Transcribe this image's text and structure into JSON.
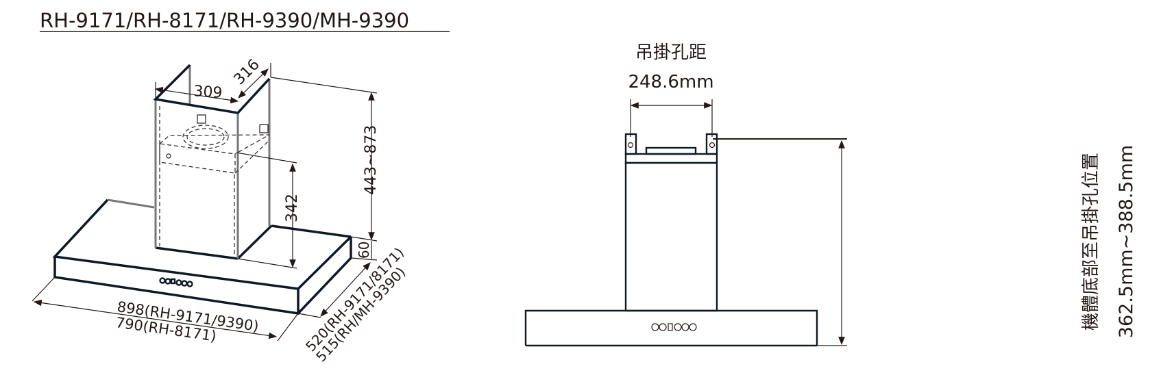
{
  "title": "RH-9171/RH-8171/RH-9390/MH-9390",
  "iso_view": {
    "chimney_width": "309",
    "chimney_depth": "316",
    "total_height": "443~873",
    "body_height": "342",
    "hood_thickness": "60",
    "width_line1": "898(RH-9171/9390)",
    "width_line2": "790(RH-8171)",
    "depth_line1": "520(RH-9171/8171)",
    "depth_line2": "515(RH/MH-9390)"
  },
  "front_view": {
    "hole_spacing_label": "吊掛孔距",
    "hole_spacing_value": "248.6mm",
    "vertical_label": "機體底部至吊掛孔位置",
    "vertical_value": "362.5mm~388.5mm"
  },
  "colors": {
    "line": "#0d1a26",
    "text": "#231815"
  }
}
